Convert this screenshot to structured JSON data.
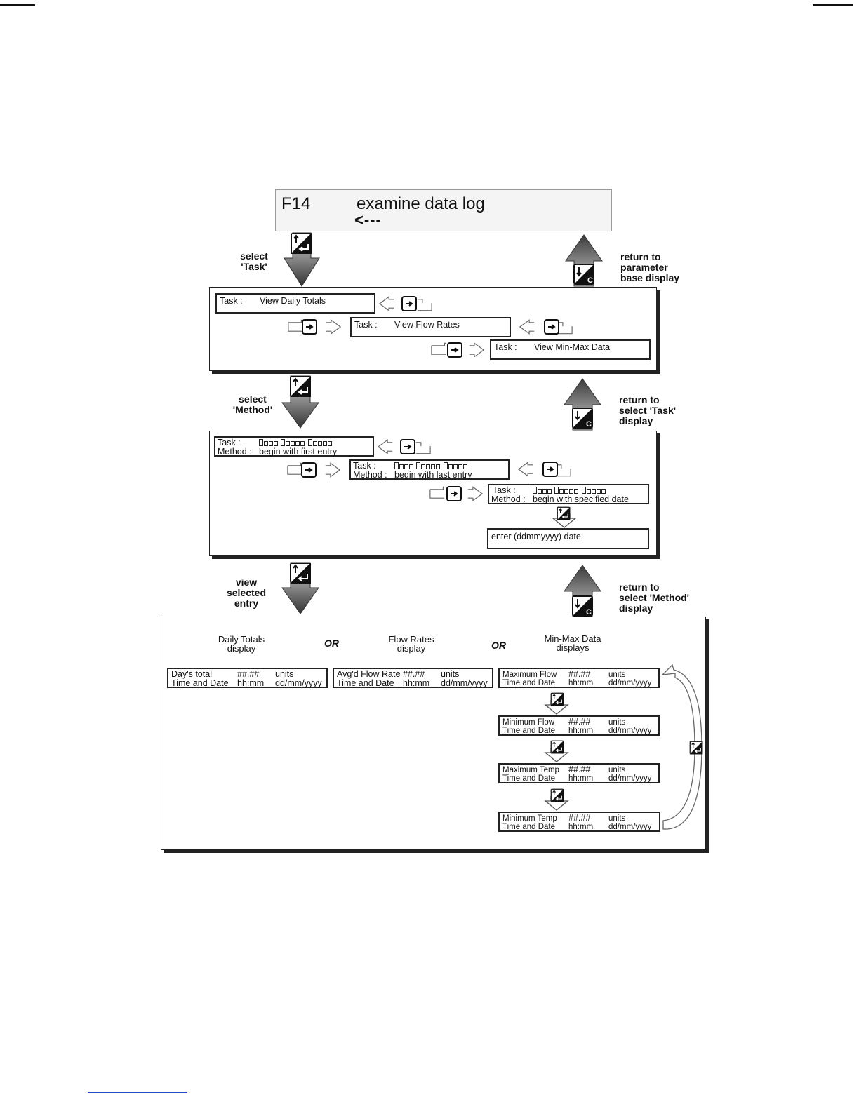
{
  "header_display": {
    "code": "F14",
    "title": "examine data log",
    "arrow": "<---"
  },
  "step1": {
    "label_line1": "select",
    "label_line2": "'Task'",
    "return_line1": "return to",
    "return_line2": "parameter",
    "return_line3": "base display"
  },
  "task_panel": {
    "displays": [
      {
        "key": "Task :",
        "value": "View Daily Totals"
      },
      {
        "key": "Task :",
        "value": "View Flow Rates"
      },
      {
        "key": "Task :",
        "value": "View Min-Max Data"
      }
    ]
  },
  "step2": {
    "label_line1": "select",
    "label_line2": "'Method'",
    "return_line1": "return to",
    "return_line2": "select 'Task'",
    "return_line3": "display"
  },
  "method_panel": {
    "task_key": "Task :",
    "method_key": "Method :",
    "displays": [
      {
        "method": "begin with first entry"
      },
      {
        "method": "begin with last entry"
      },
      {
        "method": "begin with specified date"
      }
    ],
    "date_prompt": "enter  (ddmmyyyy)  date"
  },
  "step3": {
    "label_line1": "view",
    "label_line2": "selected",
    "label_line3": "entry",
    "return_line1": "return to",
    "return_line2": "select 'Method'",
    "return_line3": "display"
  },
  "result_panel": {
    "or_text": "OR",
    "captions": [
      {
        "line1": "Daily Totals",
        "line2": "display"
      },
      {
        "line1": "Flow Rates",
        "line2": "display"
      },
      {
        "line1": "Min-Max Data",
        "line2": "displays"
      }
    ],
    "daily": {
      "l1a": "Day's total",
      "l1b": "##.##",
      "l1c": "units",
      "l2a": "Time and Date",
      "l2b": "hh:mm",
      "l2c": "dd/mm/yyyy"
    },
    "flow": {
      "l1a": "Avg'd Flow Rate",
      "l1b": "##.##",
      "l1c": "units",
      "l2a": "Time and Date",
      "l2b": "hh:mm",
      "l2c": "dd/mm/yyyy"
    },
    "minmax": [
      {
        "l1a": "Maximum  Flow",
        "l1b": "##.##",
        "l1c": "units",
        "l2a": "Time and Date",
        "l2b": "hh:mm",
        "l2c": "dd/mm/yyyy"
      },
      {
        "l1a": "Minimum  Flow",
        "l1b": "##.##",
        "l1c": "units",
        "l2a": "Time and Date",
        "l2b": "hh:mm",
        "l2c": "dd/mm/yyyy"
      },
      {
        "l1a": "Maximum  Temp",
        "l1b": "##.##",
        "l1c": "units",
        "l2a": "Time and Date",
        "l2b": "hh:mm",
        "l2c": "dd/mm/yyyy"
      },
      {
        "l1a": "Minimum  Temp",
        "l1b": "##.##",
        "l1c": "units",
        "l2a": "Time and Date",
        "l2b": "hh:mm",
        "l2c": "dd/mm/yyyy"
      }
    ]
  },
  "icons": {
    "select_key": "up-enter-key-icon",
    "cancel_key": "down-c-key-icon",
    "scroll_key": "right-arrow-key-icon"
  }
}
